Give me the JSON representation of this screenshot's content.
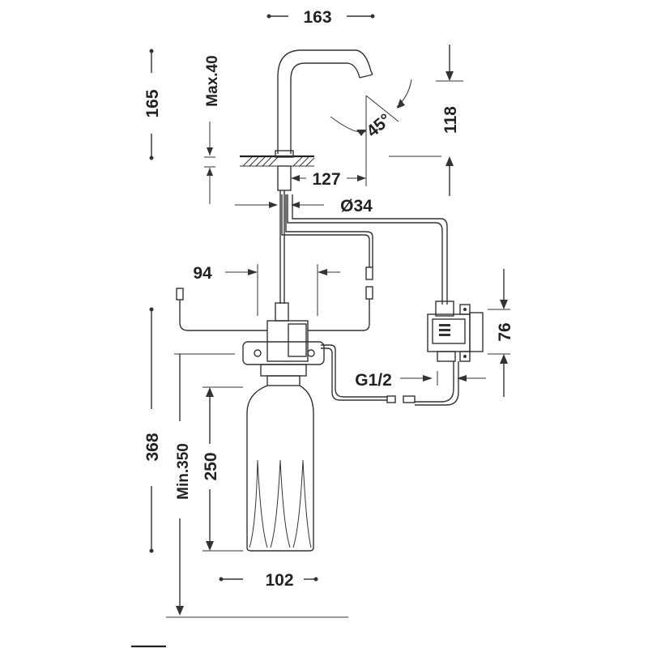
{
  "diagram": {
    "dimensions": {
      "top_width": "163",
      "total_height_upper": "165",
      "max_deck": "Max.40",
      "spout_height": "118",
      "spout_angle": "45°",
      "spout_reach": "127",
      "diameter": "Ø34",
      "offset": "94",
      "box_height": "76",
      "thread": "G1/2",
      "total_height_lower": "368",
      "min_clearance": "Min.350",
      "bottle_height": "250",
      "bottle_width": "102"
    }
  }
}
